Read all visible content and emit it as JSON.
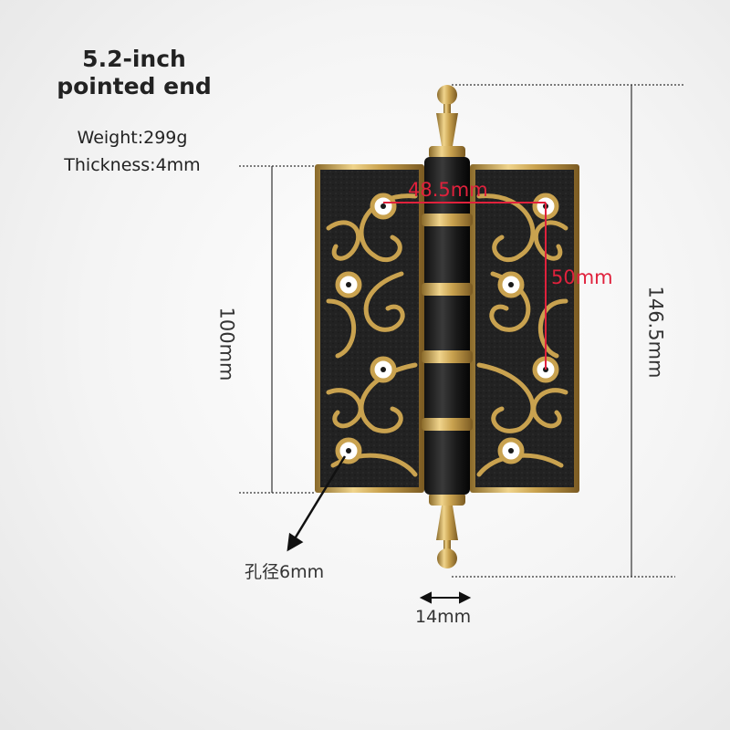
{
  "title": {
    "line1": "5.2-inch",
    "line2": "pointed end"
  },
  "specs": {
    "weight": "Weight:299g",
    "thickness": "Thickness:4mm"
  },
  "dimensions": {
    "height_leaf": "100mm",
    "height_total": "146.5mm",
    "hole_spacing_h": "48.5mm",
    "hole_spacing_v": "50mm",
    "knuckle_width": "14mm",
    "hole_diameter": "孔径6mm"
  },
  "colors": {
    "leaf_dark": "#1e1e1e",
    "brass": "#c9a24f",
    "brass_light": "#e7c77a",
    "accent_red": "#e0213c"
  }
}
